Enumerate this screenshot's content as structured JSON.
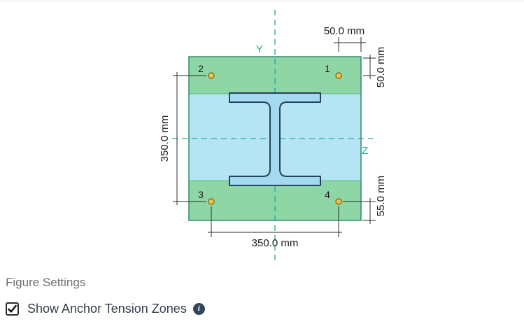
{
  "figure": {
    "axis_labels": {
      "y": "Y",
      "z": "Z"
    },
    "anchors": [
      {
        "label": "1"
      },
      {
        "label": "2"
      },
      {
        "label": "3"
      },
      {
        "label": "4"
      }
    ],
    "dimensions": {
      "top_horizontal": "50.0 mm",
      "right_top_vertical": "50.0 mm",
      "left_vertical": "350.0 mm",
      "right_bottom_vertical": "55.0 mm",
      "bottom_horizontal": "350.0 mm"
    },
    "colors": {
      "tension_zone": "#8ed6a5",
      "plate_fill": "#b5e5f4",
      "section_fill": "#a3daf0",
      "section_stroke": "#24425e",
      "axis": "#26a69a",
      "anchor_fill": "#f3c63f",
      "anchor_stroke": "#7d6b26"
    }
  },
  "settings": {
    "heading": "Figure Settings",
    "checkbox": {
      "label": "Show Anchor Tension Zones",
      "checked": true
    },
    "info_icon": "i"
  }
}
